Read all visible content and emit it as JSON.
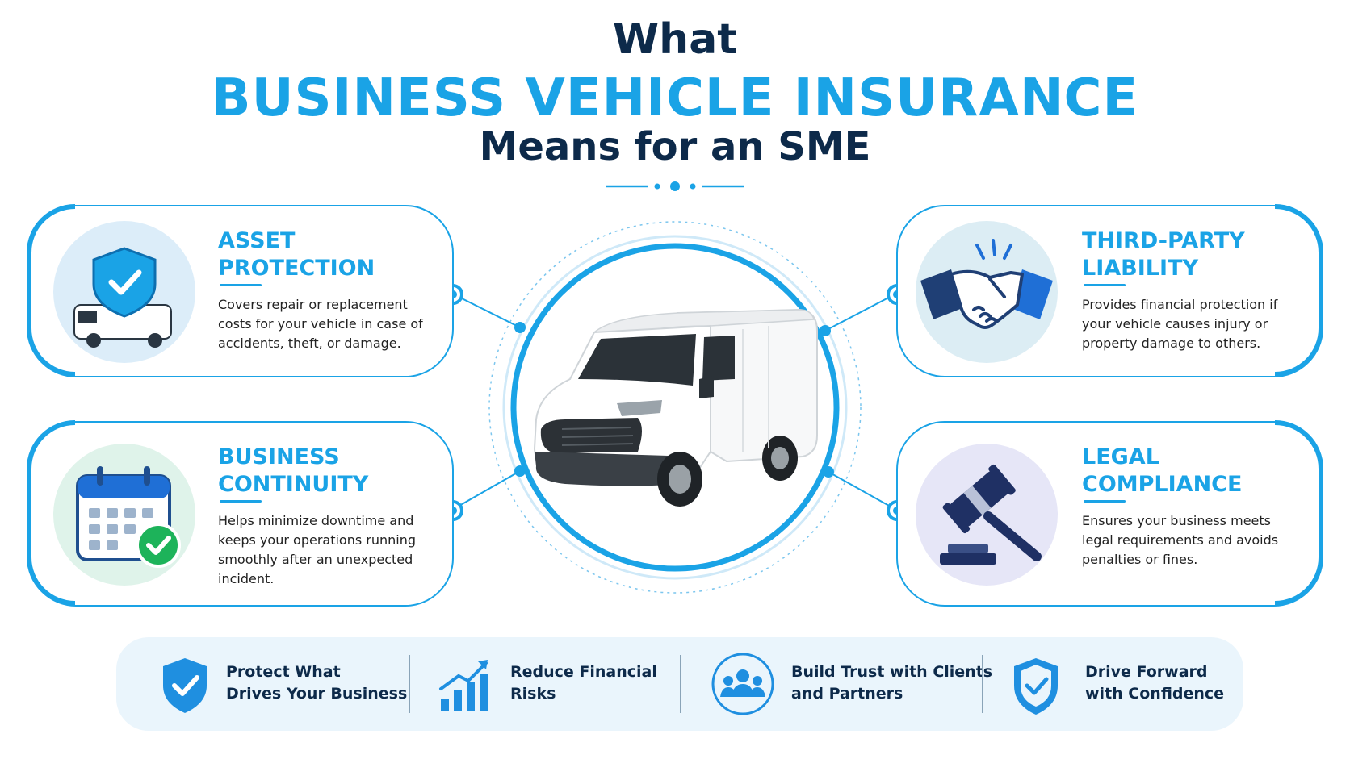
{
  "title": {
    "line1": "What",
    "line2": "BUSINESS VEHICLE INSURANCE",
    "line3": "Means for an SME"
  },
  "cards": [
    {
      "id": "asset-protection",
      "title_line1": "ASSET",
      "title_line2": "PROTECTION",
      "text": "Covers repair or replacement costs for your vehicle in case of accidents, theft, or damage.",
      "icon": "shield-van-icon"
    },
    {
      "id": "business-continuity",
      "title_line1": "BUSINESS",
      "title_line2": "CONTINUITY",
      "text": "Helps minimize downtime and keeps your operations running smoothly after an unexpected incident.",
      "icon": "calendar-check-icon"
    },
    {
      "id": "third-party-liability",
      "title_line1": "THIRD-PARTY",
      "title_line2": "LIABILITY",
      "text": "Provides financial protection if your vehicle causes injury or property damage to others.",
      "icon": "handshake-icon"
    },
    {
      "id": "legal-compliance",
      "title_line1": "LEGAL",
      "title_line2": "COMPLIANCE",
      "text": "Ensures your business meets legal requirements and avoids penalties or fines.",
      "icon": "gavel-icon"
    }
  ],
  "bottom": [
    {
      "line1": "Protect What",
      "line2": "Drives Your Business",
      "icon": "shield-check-icon"
    },
    {
      "line1": "Reduce Financial",
      "line2": "Risks",
      "icon": "growth-chart-icon"
    },
    {
      "line1": "Build Trust with Clients",
      "line2": "and Partners",
      "icon": "people-icon"
    },
    {
      "line1": "Drive Forward",
      "line2": "with Confidence",
      "icon": "shield-outline-check-icon"
    }
  ],
  "colors": {
    "accent": "#1aa3e6",
    "navy": "#0d2a4a",
    "bar_bg": "#eaf5fc"
  }
}
